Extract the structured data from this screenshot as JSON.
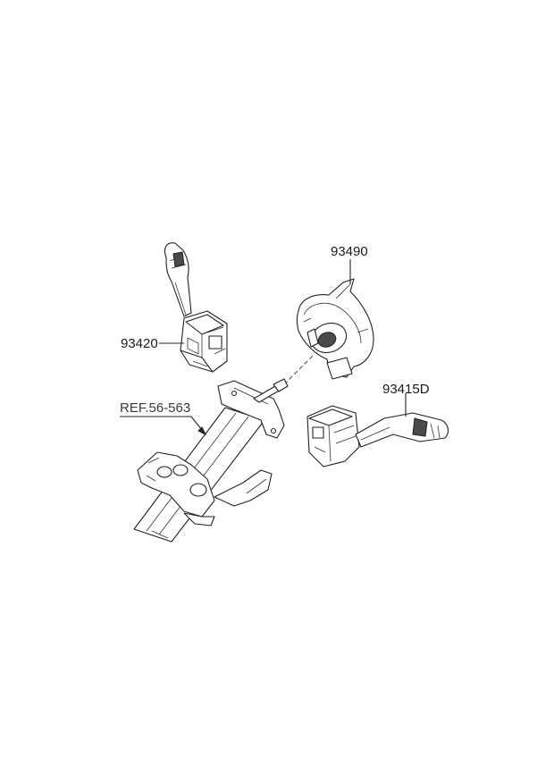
{
  "labels": {
    "part_93490": "93490",
    "part_93420": "93420",
    "part_93415D": "93415D",
    "ref": "REF.56-563"
  }
}
